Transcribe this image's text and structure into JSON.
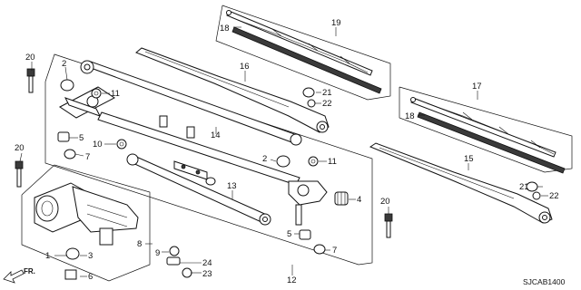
{
  "diagram_code": "SJCAB1400",
  "direction_label": "FR.",
  "callouts": {
    "c1": "1",
    "c2a": "2",
    "c2b": "2",
    "c3": "3",
    "c4": "4",
    "c5a": "5",
    "c5b": "5",
    "c6": "6",
    "c7a": "7",
    "c7b": "7",
    "c8": "8",
    "c9": "9",
    "c10": "10",
    "c11a": "11",
    "c11b": "11",
    "c12": "12",
    "c13": "13",
    "c14": "14",
    "c15": "15",
    "c16": "16",
    "c17": "17",
    "c18a": "18",
    "c18b": "18",
    "c19": "19",
    "c20a": "20",
    "c20b": "20",
    "c20c": "20",
    "c21a": "21",
    "c21b": "21",
    "c22a": "22",
    "c22b": "22",
    "c23": "23",
    "c24": "24"
  }
}
